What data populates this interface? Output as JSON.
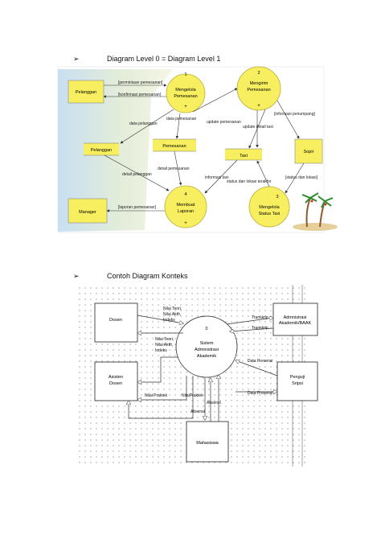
{
  "headings": {
    "bullet": "➢",
    "section1": "Diagram Level 0 = Diagram Level 1",
    "section2": "Contoh Diagram Konteks"
  },
  "diagram1": {
    "processes": [
      {
        "num": "1",
        "label1": "Mengelola",
        "label2": "Pemesanan",
        "plus": "+"
      },
      {
        "num": "2",
        "label1": "Mengirim",
        "label2": "Pemesanan",
        "plus": "+"
      },
      {
        "num": "3",
        "label1": "Mengelola",
        "label2": "Status Taxi",
        "plus": "+"
      },
      {
        "num": "4",
        "label1": "Membuat",
        "label2": "Laporan",
        "plus": "+"
      }
    ],
    "entities": {
      "pelanggan": "Pelanggan",
      "manager": "Manager",
      "sopir": "Sopir"
    },
    "stores": {
      "pelanggan": "Pelanggan",
      "pemesanan": "Pemesanan",
      "taxi": "Taxi"
    },
    "flows": {
      "permintaan": "[permintaan pemesanan]",
      "konfirmasi": "[konfirmasi pemesanan]",
      "data_pelanggan": "data pelanggan",
      "data_pemesanan_top": "data pemesanan",
      "update_pemesanan": "update pemesanan",
      "update_detail_taxi": "update detail taxi",
      "informasi_penumpang": "[informasi penumpang]",
      "detail_pelanggan": "detail pelanggan",
      "detail_pemesanan": "detail pemesanan",
      "informasi_taxi": "informasi taxi",
      "status_lokasi_terakhir": "status dan lokasi terakhir",
      "status_lokasi_bracket": "[status dan lokasi]",
      "laporan": "[laporan pemesanan]"
    }
  },
  "diagram2": {
    "center": {
      "num": "0",
      "label1": "Sistem",
      "label2": "Administrasi",
      "label3": "Akademik"
    },
    "entities": {
      "dosen": "Dosen",
      "asisten1": "Asisten",
      "asisten2": "Dosen",
      "admin1": "Admnistrasi",
      "admin2": "Akademik/BAAK",
      "penguji1": "Penguji",
      "penguji2": "Sripsi",
      "mahasiswa": "Mahasiswa"
    },
    "flows": {
      "nilai1_a": "Nilai Teori,",
      "nilai1_b": "Nilai Aktfr,",
      "nilai1_c": "Indeks",
      "nilai2_a": "Nilai Teori,",
      "nilai2_b": "Nilai Aktfr,",
      "nilai2_c": "Indeks",
      "transkrip1": "Transkrip",
      "transkrip2": "Transkrip",
      "data_presensi1": "Data Presensi",
      "data_presensi2": "Data Presensi",
      "nilai_praktek1": "Nilai Praktek",
      "nilai_praktek2": "NilaiPraktek",
      "absensi1": "Absensi",
      "absensi2": "Absensi"
    }
  }
}
